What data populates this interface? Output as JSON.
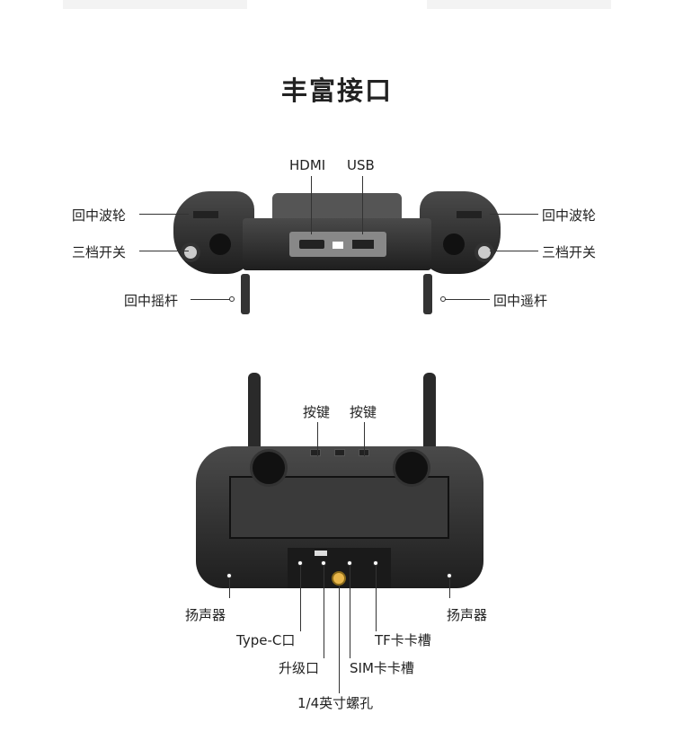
{
  "title": "丰富接口",
  "top_view": {
    "hdmi": "HDMI",
    "usb": "USB",
    "left_wheel": "回中波轮",
    "right_wheel": "回中波轮",
    "left_switch": "三档开关",
    "right_switch": "三档开关",
    "left_stick": "回中摇杆",
    "right_stick": "回中遥杆"
  },
  "front_view": {
    "button1": "按键",
    "button2": "按键",
    "speaker_left": "扬声器",
    "speaker_right": "扬声器",
    "type_c": "Type-C口",
    "tf_slot": "TF卡卡槽",
    "upgrade_port": "升级口",
    "sim_slot": "SIM卡卡槽",
    "screw_hole": "1/4英寸螺孔"
  }
}
